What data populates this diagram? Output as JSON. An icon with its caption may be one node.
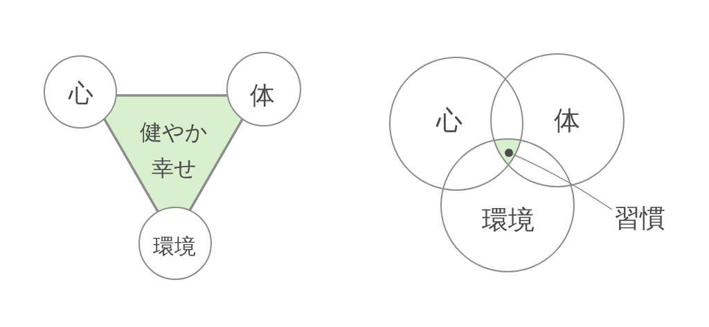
{
  "diagram": {
    "nodes": [
      {
        "text": [
          "心"
        ]
      },
      {
        "text": [
          "体"
        ]
      },
      {
        "text": [
          "健やか幸せ"
        ]
      },
      {
        "text": [
          "環境"
        ]
      },
      {
        "text": [
          "心"
        ]
      },
      {
        "text": [
          "体"
        ]
      },
      {
        "text": [
          "環境"
        ]
      },
      {
        "text": [],
        "shape": "circle"
      },
      {
        "text": [
          "習慣"
        ]
      }
    ],
    "edges": [
      {
        "from": 8,
        "to": 7,
        "arrow": "none"
      }
    ]
  }
}
